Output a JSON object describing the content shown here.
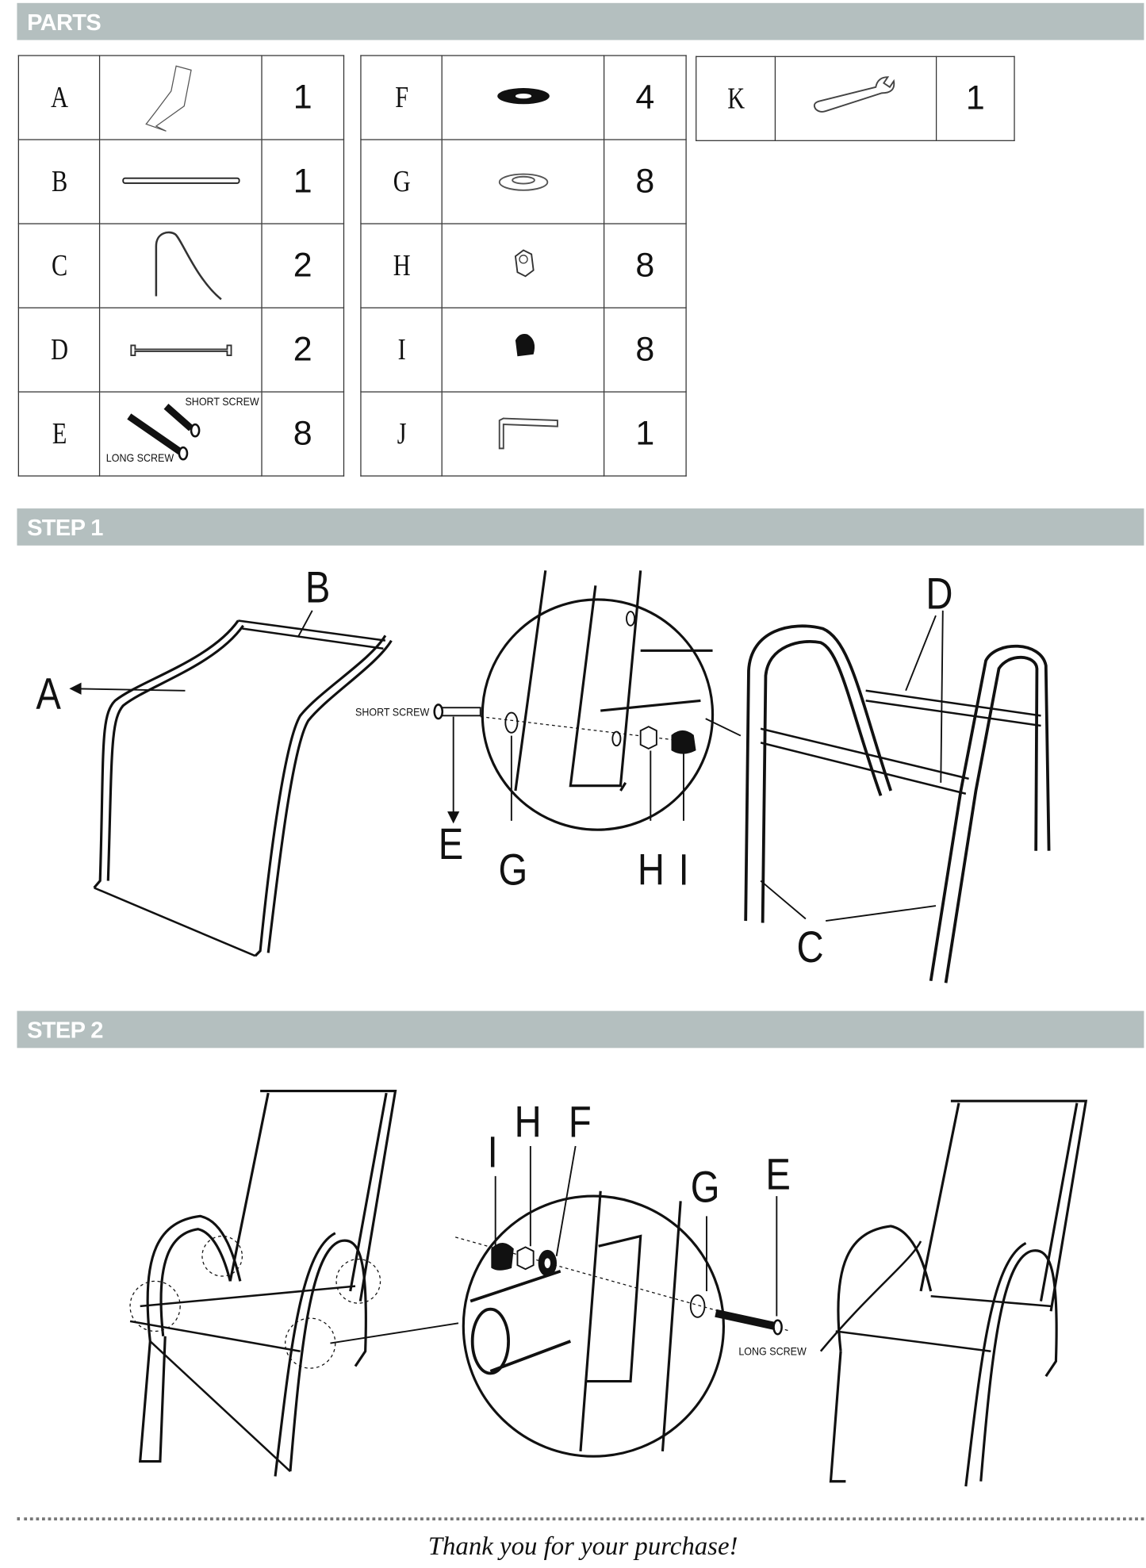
{
  "parts_header": "PARTS",
  "parts": [
    {
      "letter": "A",
      "icon": "sling-seat-icon",
      "qty": "1"
    },
    {
      "letter": "B",
      "icon": "rod-icon",
      "qty": "1"
    },
    {
      "letter": "C",
      "icon": "frame-leg-icon",
      "qty": "2"
    },
    {
      "letter": "D",
      "icon": "crossbar-icon",
      "qty": "2"
    },
    {
      "letter": "E",
      "icon": "screws-icon",
      "qty": "8",
      "short_label": "SHORT SCREW",
      "long_label": "LONG SCREW"
    },
    {
      "letter": "F",
      "icon": "black-washer-icon",
      "qty": "4"
    },
    {
      "letter": "G",
      "icon": "flat-washer-icon",
      "qty": "8"
    },
    {
      "letter": "H",
      "icon": "nut-icon",
      "qty": "8"
    },
    {
      "letter": "I",
      "icon": "cap-nut-icon",
      "qty": "8"
    },
    {
      "letter": "J",
      "icon": "allen-key-icon",
      "qty": "1"
    },
    {
      "letter": "K",
      "icon": "wrench-icon",
      "qty": "1"
    }
  ],
  "step1": {
    "header": "STEP 1",
    "labels": {
      "A": "A",
      "B": "B",
      "D": "D",
      "E": "E",
      "G": "G",
      "H": "H",
      "I": "I",
      "C": "C"
    },
    "short_screw": "SHORT SCREW"
  },
  "step2": {
    "header": "STEP 2",
    "labels": {
      "I": "I",
      "H": "H",
      "F": "F",
      "G": "G",
      "E": "E"
    },
    "long_screw": "LONG SCREW"
  },
  "footer": "Thank you for your purchase!"
}
